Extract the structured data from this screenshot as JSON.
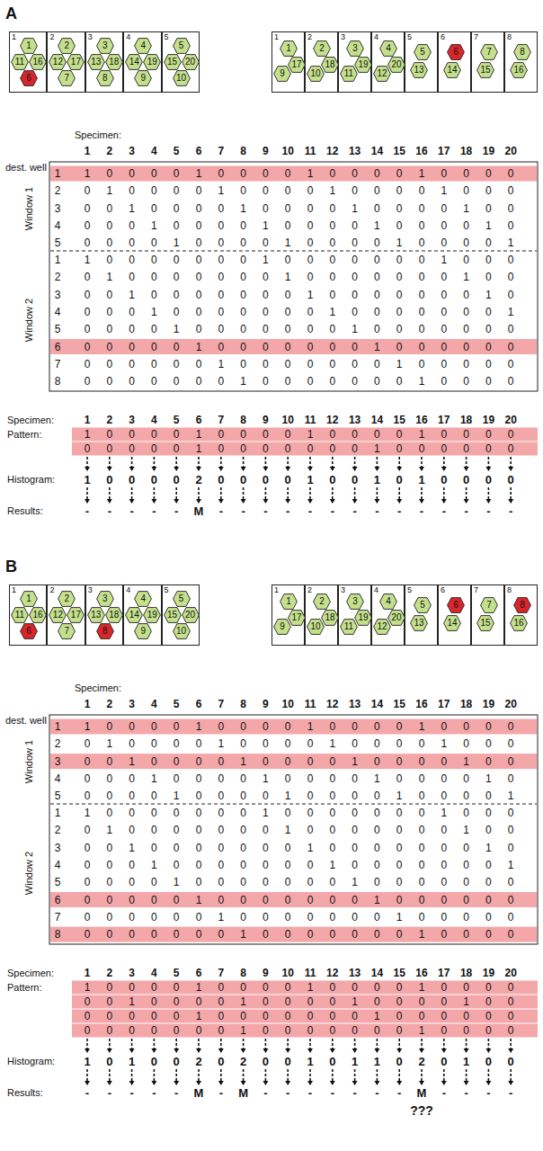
{
  "diagram": {
    "nodes": [
      {
        "text": [
          "1"
        ]
      },
      {
        "text": [
          "1"
        ],
        "in": 0
      },
      {
        "text": [
          "11"
        ],
        "in": 0
      },
      {
        "text": [
          "16"
        ],
        "in": 0
      },
      {
        "text": [
          "6"
        ],
        "in": 0
      },
      {
        "text": [
          "2"
        ]
      },
      {
        "text": [
          "2"
        ],
        "in": 5
      },
      {
        "text": [
          "12"
        ],
        "in": 5
      },
      {
        "text": [
          "17"
        ],
        "in": 5
      },
      {
        "text": [
          "7"
        ],
        "in": 5
      },
      {
        "text": [
          "3"
        ]
      },
      {
        "text": [
          "3"
        ],
        "in": 10
      },
      {
        "text": [
          "13"
        ],
        "in": 10
      },
      {
        "text": [
          "18"
        ],
        "in": 10
      },
      {
        "text": [
          "8"
        ],
        "in": 10
      },
      {
        "text": [
          "4"
        ]
      },
      {
        "text": [
          "4"
        ],
        "in": 15
      },
      {
        "text": [
          "14"
        ],
        "in": 15
      },
      {
        "text": [
          "19"
        ],
        "in": 15
      },
      {
        "text": [
          "9"
        ],
        "in": 15
      },
      {
        "text": [
          "5"
        ]
      },
      {
        "text": [
          "5"
        ],
        "in": 20
      },
      {
        "text": [
          "15"
        ],
        "in": 20
      },
      {
        "text": [
          "20"
        ],
        "in": 20
      },
      {
        "text": [
          "10"
        ],
        "in": 20
      },
      {
        "text": [
          "1"
        ]
      },
      {
        "text": [
          "1"
        ],
        "in": 25
      },
      {
        "text": [
          "9"
        ],
        "in": 25
      },
      {
        "text": [
          "17"
        ],
        "in": 25
      },
      {
        "text": [
          "2"
        ]
      },
      {
        "text": [
          "2"
        ],
        "in": 29
      },
      {
        "text": [
          "10"
        ],
        "in": 29
      },
      {
        "text": [
          "18"
        ],
        "in": 29
      },
      {
        "text": [
          "3"
        ]
      },
      {
        "text": [
          "3"
        ],
        "in": 33
      },
      {
        "text": [
          "11"
        ],
        "in": 33
      },
      {
        "text": [
          "19"
        ],
        "in": 33
      },
      {
        "text": [
          "4"
        ]
      },
      {
        "text": [
          "4"
        ],
        "in": 37
      },
      {
        "text": [
          "12"
        ],
        "in": 37
      },
      {
        "text": [
          "20"
        ],
        "in": 37
      },
      {
        "text": [
          "5"
        ]
      },
      {
        "text": [
          "5"
        ],
        "in": 41
      },
      {
        "text": [
          "13"
        ],
        "in": 41
      },
      {
        "text": [
          "6"
        ]
      },
      {
        "text": [
          "6"
        ],
        "in": 44
      },
      {
        "text": [
          "14"
        ],
        "in": 44
      },
      {
        "text": [
          "7"
        ]
      },
      {
        "text": [
          "7"
        ],
        "in": 47
      },
      {
        "text": [
          "15"
        ],
        "in": 47
      },
      {
        "text": [
          "8"
        ]
      },
      {
        "text": [
          "8"
        ],
        "in": 50
      },
      {
        "text": [
          "16"
        ],
        "in": 50
      },
      {
        "text": [
          "1"
        ]
      },
      {
        "text": [
          "1"
        ],
        "in": 53
      },
      {
        "text": [
          "11"
        ],
        "in": 53
      },
      {
        "text": [
          "16"
        ],
        "in": 53
      },
      {
        "text": [
          "6"
        ],
        "in": 53
      },
      {
        "text": [
          "2"
        ]
      },
      {
        "text": [
          "2"
        ],
        "in": 58
      },
      {
        "text": [
          "12"
        ],
        "in": 58
      },
      {
        "text": [
          "17"
        ],
        "in": 58
      },
      {
        "text": [
          "7"
        ],
        "in": 58
      },
      {
        "text": [
          "3"
        ]
      },
      {
        "text": [
          "3"
        ],
        "in": 63
      },
      {
        "text": [
          "13"
        ],
        "in": 63
      },
      {
        "text": [
          "18"
        ],
        "in": 63
      },
      {
        "text": [
          "8"
        ],
        "in": 63
      },
      {
        "text": [
          "4"
        ]
      },
      {
        "text": [
          "4"
        ],
        "in": 68
      },
      {
        "text": [
          "14"
        ],
        "in": 68
      },
      {
        "text": [
          "19"
        ],
        "in": 68
      },
      {
        "text": [
          "9"
        ],
        "in": 68
      },
      {
        "text": [
          "5"
        ]
      },
      {
        "text": [
          "5"
        ],
        "in": 73
      },
      {
        "text": [
          "15"
        ],
        "in": 73
      },
      {
        "text": [
          "20"
        ],
        "in": 73
      },
      {
        "text": [
          "10"
        ],
        "in": 73
      },
      {
        "text": [
          "1"
        ]
      },
      {
        "text": [
          "1"
        ],
        "in": 78
      },
      {
        "text": [
          "9"
        ],
        "in": 78
      },
      {
        "text": [
          "17"
        ],
        "in": 78
      },
      {
        "text": [
          "2"
        ]
      },
      {
        "text": [
          "2"
        ],
        "in": 82
      },
      {
        "text": [
          "10"
        ],
        "in": 82
      },
      {
        "text": [
          "18"
        ],
        "in": 82
      },
      {
        "text": [
          "3"
        ]
      },
      {
        "text": [
          "3"
        ],
        "in": 86
      },
      {
        "text": [
          "11"
        ],
        "in": 86
      },
      {
        "text": [
          "19"
        ],
        "in": 86
      },
      {
        "text": [
          "4"
        ]
      },
      {
        "text": [
          "4"
        ],
        "in": 90
      },
      {
        "text": [
          "12"
        ],
        "in": 90
      },
      {
        "text": [
          "20"
        ],
        "in": 90
      },
      {
        "text": [
          "5"
        ]
      },
      {
        "text": [
          "5"
        ],
        "in": 94
      },
      {
        "text": [
          "13"
        ],
        "in": 94
      },
      {
        "text": [
          "6"
        ]
      },
      {
        "text": [
          "6"
        ],
        "in": 97
      },
      {
        "text": [
          "14"
        ],
        "in": 97
      },
      {
        "text": [
          "7"
        ]
      },
      {
        "text": [
          "7"
        ],
        "in": 100
      },
      {
        "text": [
          "15"
        ],
        "in": 100
      },
      {
        "text": [
          "8"
        ]
      },
      {
        "text": [
          "8"
        ],
        "in": 103
      },
      {
        "text": [
          "16"
        ],
        "in": 103
      }
    ],
    "labels": [
      "A",
      "Specimen:",
      "1",
      "2",
      "3",
      "4",
      "5",
      "6",
      "7",
      "8",
      "9",
      "10",
      "11",
      "12",
      "13",
      "14",
      "15",
      "16",
      "17",
      "18",
      "19",
      "20",
      "dest. well",
      "Window 1",
      "1",
      "1",
      "0",
      "0",
      "0",
      "0",
      "1",
      "0",
      "0",
      "0",
      "0",
      "1",
      "0",
      "0",
      "0",
      "0",
      "1",
      "0",
      "0",
      "0",
      "0",
      "2",
      "0",
      "1",
      "0",
      "0",
      "0",
      "0",
      "1",
      "0",
      "0",
      "0",
      "0",
      "1",
      "0",
      "0",
      "0",
      "0",
      "1",
      "0",
      "0",
      "0",
      "3",
      "0",
      "0",
      "1",
      "0",
      "0",
      "0",
      "0",
      "1",
      "0",
      "0",
      "0",
      "0",
      "1",
      "0",
      "0",
      "0",
      "0",
      "1",
      "0",
      "0",
      "4",
      "0",
      "0",
      "0",
      "1",
      "0",
      "0",
      "0",
      "0",
      "1",
      "0",
      "0",
      "0",
      "0",
      "1",
      "0",
      "0",
      "0",
      "0",
      "1",
      "0",
      "5",
      "0",
      "0",
      "0",
      "0",
      "1",
      "0",
      "0",
      "0",
      "0",
      "1",
      "0",
      "0",
      "0",
      "0",
      "1",
      "0",
      "0",
      "0",
      "0",
      "1",
      "Window 2",
      "1",
      "1",
      "0",
      "0",
      "0",
      "0",
      "0",
      "0",
      "0",
      "1",
      "0",
      "0",
      "0",
      "0",
      "0",
      "0",
      "0",
      "1",
      "0",
      "0",
      "0",
      "2",
      "0",
      "1",
      "0",
      "0",
      "0",
      "0",
      "0",
      "0",
      "0",
      "1",
      "0",
      "0",
      "0",
      "0",
      "0",
      "0",
      "0",
      "1",
      "0",
      "0",
      "3",
      "0",
      "0",
      "1",
      "0",
      "0",
      "0",
      "0",
      "0",
      "0",
      "0",
      "1",
      "0",
      "0",
      "0",
      "0",
      "0",
      "0",
      "0",
      "1",
      "0",
      "4",
      "0",
      "0",
      "0",
      "1",
      "0",
      "0",
      "0",
      "0",
      "0",
      "0",
      "0",
      "1",
      "0",
      "0",
      "0",
      "0",
      "0",
      "0",
      "0",
      "1",
      "5",
      "0",
      "0",
      "0",
      "0",
      "1",
      "0",
      "0",
      "0",
      "0",
      "0",
      "0",
      "0",
      "1",
      "0",
      "0",
      "0",
      "0",
      "0",
      "0",
      "0",
      "6",
      "0",
      "0",
      "0",
      "0",
      "0",
      "1",
      "0",
      "0",
      "0",
      "0",
      "0",
      "0",
      "0",
      "1",
      "0",
      "0",
      "0",
      "0",
      "0",
      "0",
      "7",
      "0",
      "0",
      "0",
      "0",
      "0",
      "0",
      "1",
      "0",
      "0",
      "0",
      "0",
      "0",
      "0",
      "0",
      "1",
      "0",
      "0",
      "0",
      "0",
      "0",
      "8",
      "0",
      "0",
      "0",
      "0",
      "0",
      "0",
      "0",
      "1",
      "0",
      "0",
      "0",
      "0",
      "0",
      "0",
      "0",
      "1",
      "0",
      "0",
      "0",
      "0",
      "Specimen:",
      "1",
      "2",
      "3",
      "4",
      "5",
      "6",
      "7",
      "8",
      "9",
      "10",
      "11",
      "12",
      "13",
      "14",
      "15",
      "16",
      "17",
      "18",
      "19",
      "20",
      "Pattern:",
      "1",
      "0",
      "0",
      "0",
      "0",
      "1",
      "0",
      "0",
      "0",
      "0",
      "1",
      "0",
      "0",
      "0",
      "0",
      "1",
      "0",
      "0",
      "0",
      "0",
      "0",
      "0",
      "0",
      "0",
      "0",
      "1",
      "0",
      "0",
      "0",
      "0",
      "0",
      "0",
      "0",
      "1",
      "0",
      "0",
      "0",
      "0",
      "0",
      "0",
      "Histogram:",
      "1",
      "0",
      "0",
      "0",
      "0",
      "2",
      "0",
      "0",
      "0",
      "0",
      "1",
      "0",
      "0",
      "1",
      "0",
      "1",
      "0",
      "0",
      "0",
      "0",
      "Results:",
      "-",
      "-",
      "-",
      "-",
      "-",
      "M",
      "-",
      "-",
      "-",
      "-",
      "-",
      "-",
      "-",
      "-",
      "-",
      "-",
      "-",
      "-",
      "-",
      "-",
      "B",
      "Specimen:",
      "1",
      "2",
      "3",
      "4",
      "5",
      "6",
      "7",
      "8",
      "9",
      "10",
      "11",
      "12",
      "13",
      "14",
      "15",
      "16",
      "17",
      "18",
      "19",
      "20",
      "dest. well",
      "Window 1",
      "1",
      "1",
      "0",
      "0",
      "0",
      "0",
      "1",
      "0",
      "0",
      "0",
      "0",
      "1",
      "0",
      "0",
      "0",
      "0",
      "1",
      "0",
      "0",
      "0",
      "0",
      "2",
      "0",
      "1",
      "0",
      "0",
      "0",
      "0",
      "1",
      "0",
      "0",
      "0",
      "0",
      "1",
      "0",
      "0",
      "0",
      "0",
      "1",
      "0",
      "0",
      "0",
      "3",
      "0",
      "0",
      "1",
      "0",
      "0",
      "0",
      "0",
      "1",
      "0",
      "0",
      "0",
      "0",
      "1",
      "0",
      "0",
      "0",
      "0",
      "1",
      "0",
      "0",
      "4",
      "0",
      "0",
      "0",
      "1",
      "0",
      "0",
      "0",
      "0",
      "1",
      "0",
      "0",
      "0",
      "0",
      "1",
      "0",
      "0",
      "0",
      "0",
      "1",
      "0",
      "5",
      "0",
      "0",
      "0",
      "0",
      "1",
      "0",
      "0",
      "0",
      "0",
      "1",
      "0",
      "0",
      "0",
      "0",
      "1",
      "0",
      "0",
      "0",
      "0",
      "1",
      "Window 2",
      "1",
      "1",
      "0",
      "0",
      "0",
      "0",
      "0",
      "0",
      "0",
      "1",
      "0",
      "0",
      "0",
      "0",
      "0",
      "0",
      "0",
      "1",
      "0",
      "0",
      "0",
      "2",
      "0",
      "1",
      "0",
      "0",
      "0",
      "0",
      "0",
      "0",
      "0",
      "1",
      "0",
      "0",
      "0",
      "0",
      "0",
      "0",
      "0",
      "1",
      "0",
      "0",
      "3",
      "0",
      "0",
      "1",
      "0",
      "0",
      "0",
      "0",
      "0",
      "0",
      "0",
      "1",
      "0",
      "0",
      "0",
      "0",
      "0",
      "0",
      "0",
      "1",
      "0",
      "4",
      "0",
      "0",
      "0",
      "1",
      "0",
      "0",
      "0",
      "0",
      "0",
      "0",
      "0",
      "1",
      "0",
      "0",
      "0",
      "0",
      "0",
      "0",
      "0",
      "1",
      "5",
      "0",
      "0",
      "0",
      "0",
      "1",
      "0",
      "0",
      "0",
      "0",
      "0",
      "0",
      "0",
      "1",
      "0",
      "0",
      "0",
      "0",
      "0",
      "0",
      "0",
      "6",
      "0",
      "0",
      "0",
      "0",
      "0",
      "1",
      "0",
      "0",
      "0",
      "0",
      "0",
      "0",
      "0",
      "1",
      "0",
      "0",
      "0",
      "0",
      "0",
      "0",
      "7",
      "0",
      "0",
      "0",
      "0",
      "0",
      "0",
      "1",
      "0",
      "0",
      "0",
      "0",
      "0",
      "0",
      "0",
      "1",
      "0",
      "0",
      "0",
      "0",
      "0",
      "8",
      "0",
      "0",
      "0",
      "0",
      "0",
      "0",
      "0",
      "1",
      "0",
      "0",
      "0",
      "0",
      "0",
      "0",
      "0",
      "1",
      "0",
      "0",
      "0",
      "0",
      "Specimen:",
      "1",
      "2",
      "3",
      "4",
      "5",
      "6",
      "7",
      "8",
      "9",
      "10",
      "11",
      "12",
      "13",
      "14",
      "15",
      "16",
      "17",
      "18",
      "19",
      "20",
      "Pattern:",
      "1",
      "0",
      "0",
      "0",
      "0",
      "1",
      "0",
      "0",
      "0",
      "0",
      "1",
      "0",
      "0",
      "0",
      "0",
      "1",
      "0",
      "0",
      "0",
      "0",
      "0",
      "0",
      "1",
      "0",
      "0",
      "0",
      "0",
      "1",
      "0",
      "0",
      "0",
      "0",
      "1",
      "0",
      "0",
      "0",
      "0",
      "1",
      "0",
      "0",
      "0",
      "0",
      "0",
      "0",
      "0",
      "1",
      "0",
      "0",
      "0",
      "0",
      "0",
      "0",
      "0",
      "1",
      "0",
      "0",
      "0",
      "0",
      "0",
      "0",
      "0",
      "0",
      "0",
      "0",
      "0",
      "0",
      "0",
      "1",
      "0",
      "0",
      "0",
      "0",
      "0",
      "0",
      "0",
      "1",
      "0",
      "0",
      "0",
      "0",
      "Histogram:",
      "1",
      "0",
      "1",
      "0",
      "0",
      "2",
      "0",
      "2",
      "0",
      "0",
      "1",
      "0",
      "1",
      "1",
      "0",
      "2",
      "0",
      "1",
      "0",
      "0",
      "Results:",
      "-",
      "-",
      "-",
      "-",
      "-",
      "M",
      "-",
      "M",
      "-",
      "-",
      "-",
      "-",
      "-",
      "-",
      "-",
      "M",
      "-",
      "-",
      "-",
      "-",
      "???"
    ]
  }
}
